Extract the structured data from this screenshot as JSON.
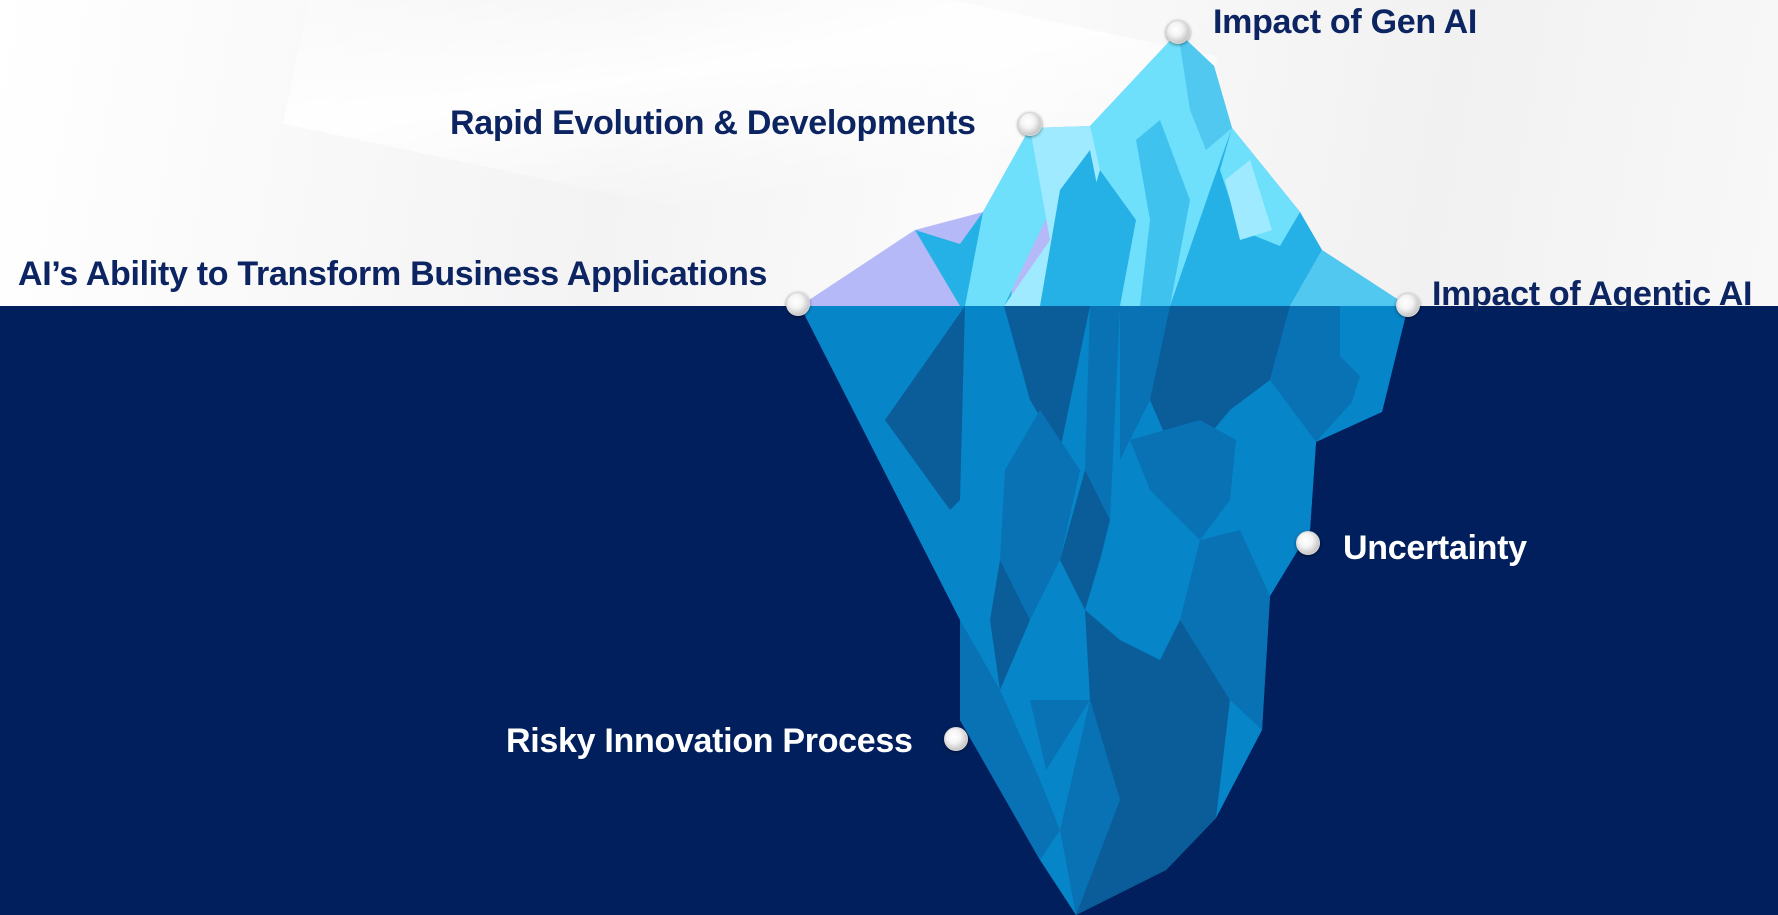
{
  "colors": {
    "sea": "#001f5c",
    "sky": "#f4f4f5",
    "label_above": "#0c2461",
    "label_below": "#ffffff",
    "ice_top_light": "#6ee0fb",
    "ice_top_mid": "#25b1e6",
    "ice_top_lavender": "#b5b9f7",
    "ice_under_mid": "#0785c9",
    "ice_under_dark": "#0a5d98"
  },
  "labels": {
    "gen_ai": "Impact of Gen AI",
    "rapid_evolution": "Rapid Evolution & Developments",
    "business_apps": "AI’s Ability to Transform Business Applications",
    "agentic_ai": "Impact of Agentic AI",
    "uncertainty": "Uncertainty",
    "risky_innovation": "Risky Innovation Process"
  },
  "icons": {
    "marker": "pearl-marker-icon"
  }
}
